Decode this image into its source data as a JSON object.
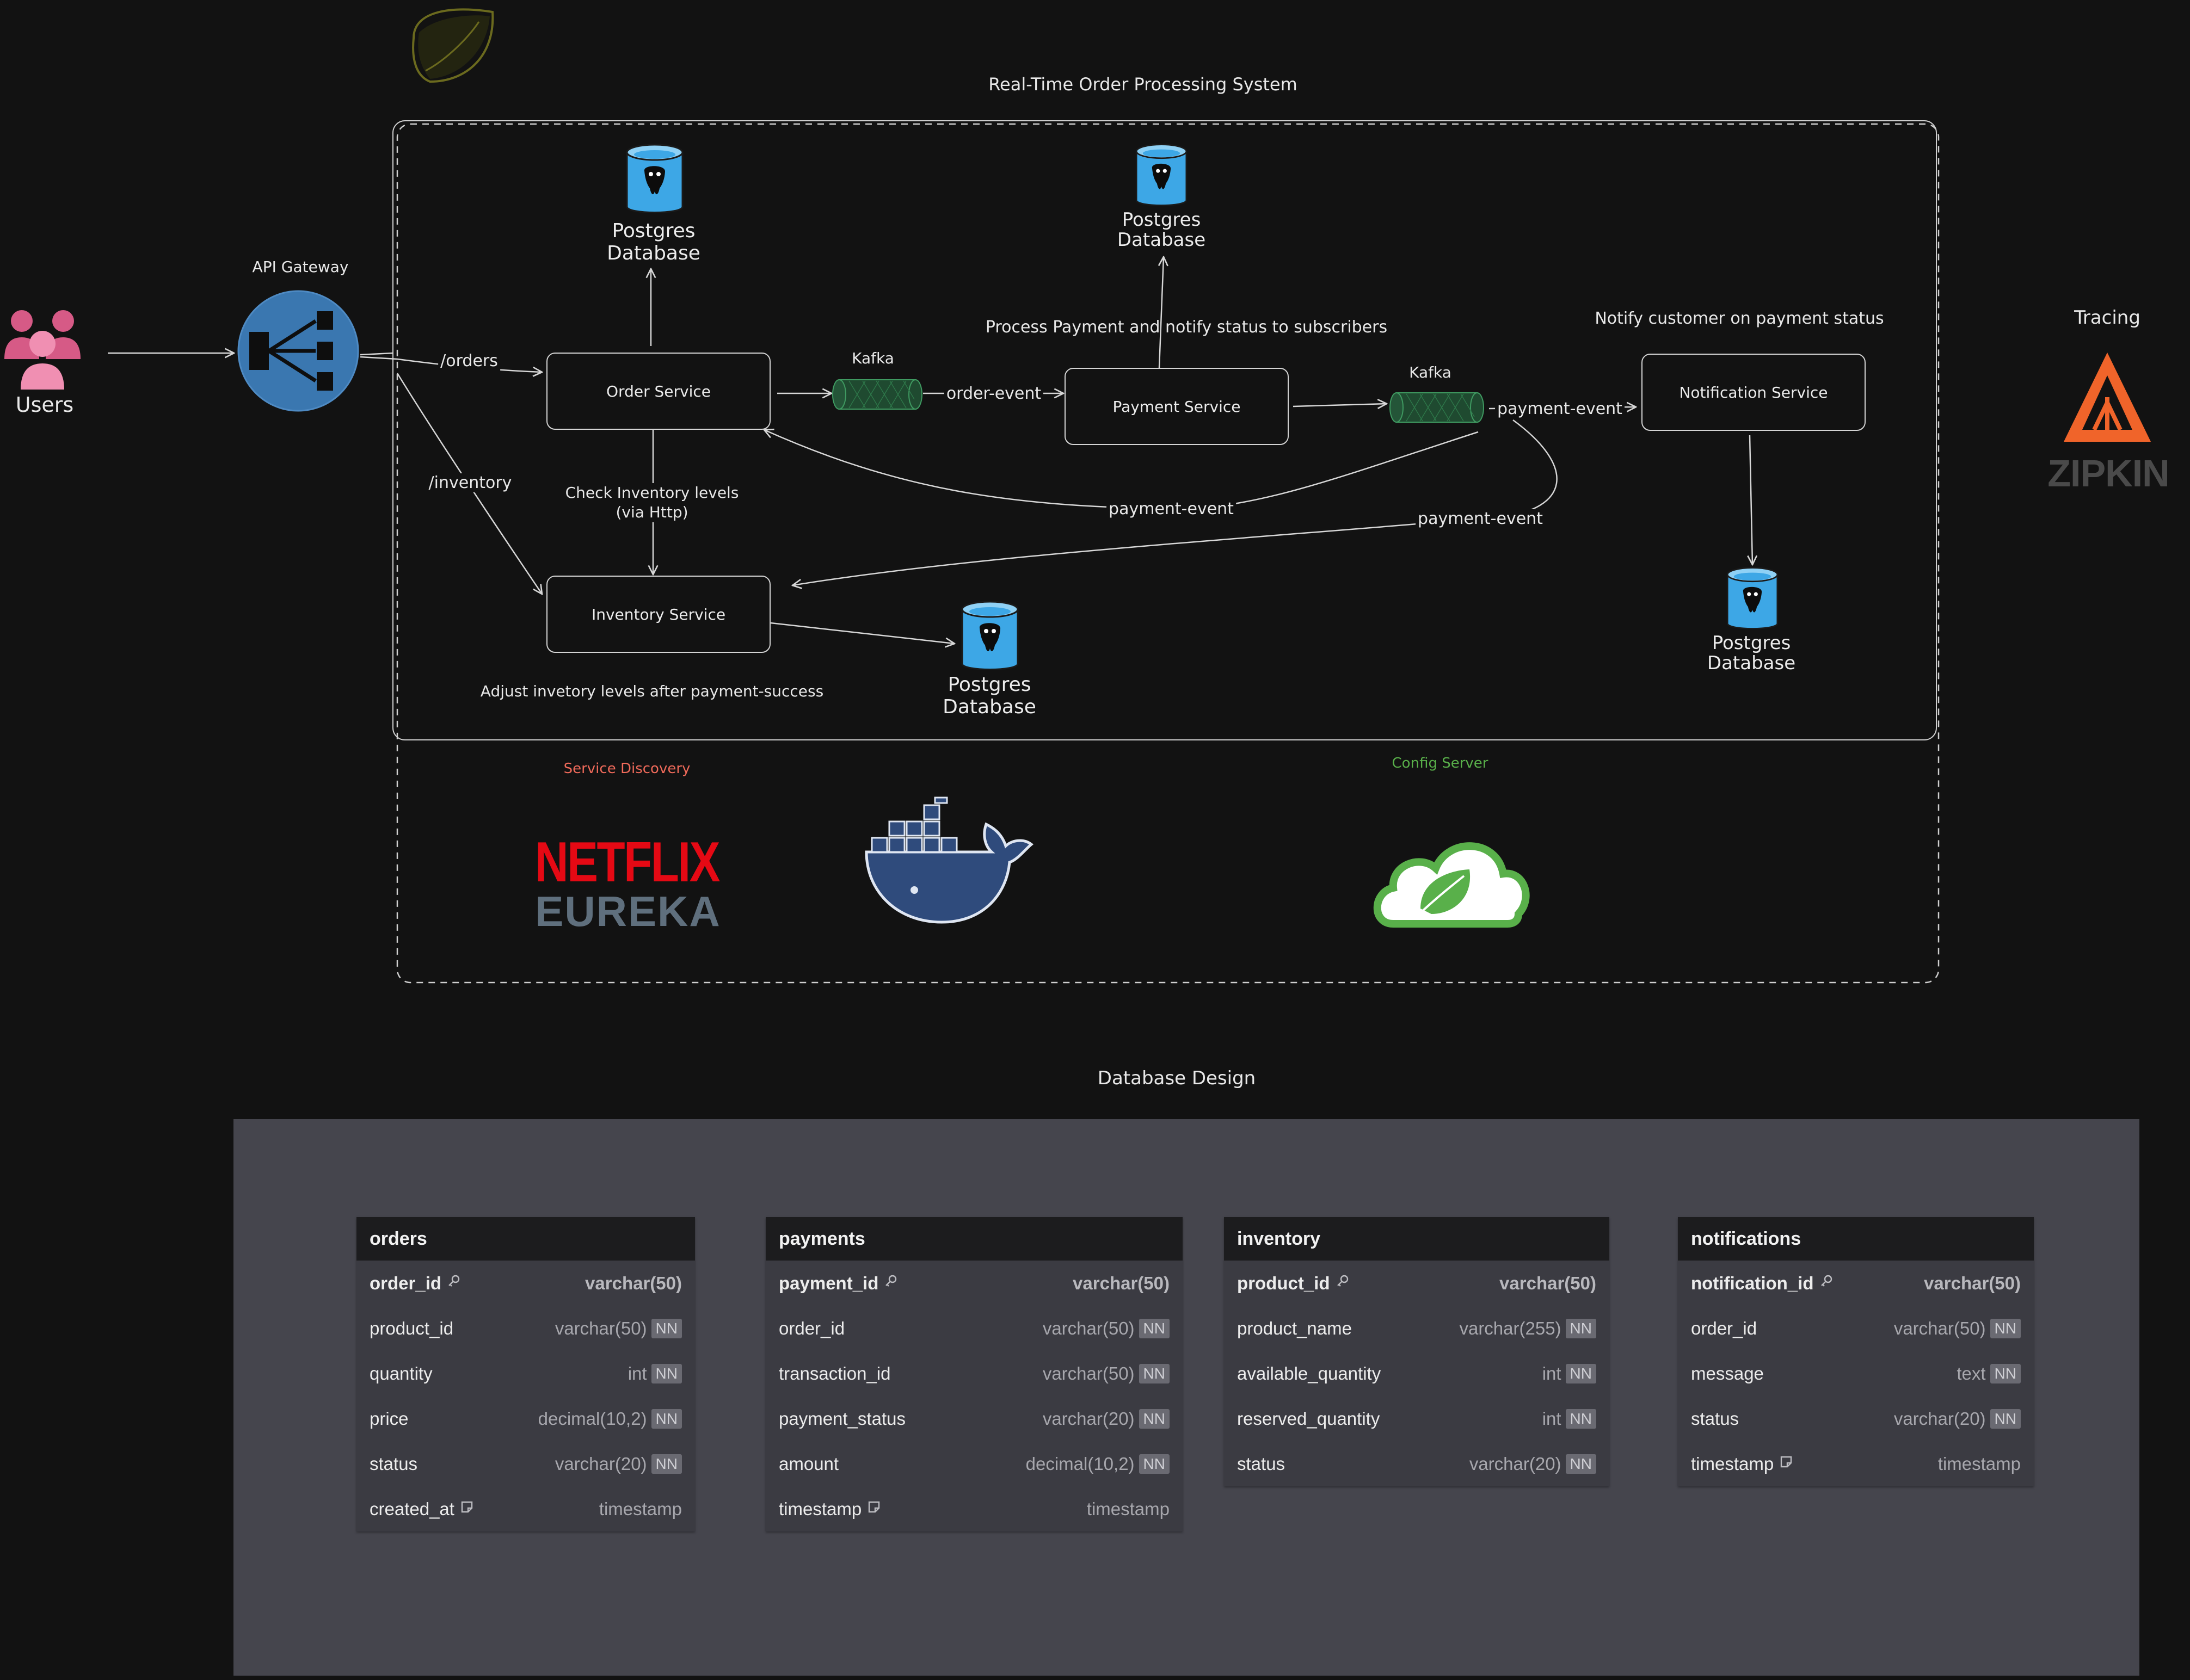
{
  "title": "Real-Time Order Processing System",
  "users_label": "Users",
  "api_gateway_label": "API Gateway",
  "tracing_label": "Tracing",
  "zipkin_text": "ZIPKIN",
  "services": {
    "order": "Order Service",
    "payment": "Payment Service",
    "notification": "Notification Service",
    "inventory": "Inventory Service"
  },
  "db_label": "Postgres\nDatabase",
  "kafka_label": "Kafka",
  "edges": {
    "orders": "/orders",
    "inventory": "/inventory",
    "order_event": "order-event",
    "payment_event_1": "payment-event",
    "payment_event_2": "payment-event",
    "payment_event_3": "payment-event"
  },
  "annotations": {
    "process_payment": "Process Payment and notify status to subscribers",
    "notify_customer": "Notify customer on payment status",
    "check_inventory": "Check Inventory levels\n(via Http)",
    "adjust_inventory": "Adjust invetory levels after payment-success"
  },
  "infra": {
    "service_discovery": "Service Discovery",
    "config_server": "Config Server",
    "netflix": "NETFLIX",
    "eureka": "EUREKA"
  },
  "colors": {
    "background": "#121212",
    "gateway": "#3a77b0",
    "db_blue": "#3da7e6",
    "kafka_green": "#2b6e46",
    "service_discovery": "#f06a5a",
    "config_server": "#59b04a",
    "zipkin": "#f0642a",
    "netflix_red": "#e50914",
    "eureka_gray": "#5f6f7d",
    "docker": "#2f4b7c",
    "spring_green": "#6db33f"
  },
  "erd": {
    "title": "Database Design",
    "tables": [
      {
        "name": "orders",
        "rows": [
          {
            "col": "order_id",
            "type": "varchar(50)",
            "pk": true,
            "nn": false,
            "icon": "key-icon"
          },
          {
            "col": "product_id",
            "type": "varchar(50)",
            "pk": false,
            "nn": true,
            "icon": ""
          },
          {
            "col": "quantity",
            "type": "int",
            "pk": false,
            "nn": true,
            "icon": ""
          },
          {
            "col": "price",
            "type": "decimal(10,2)",
            "pk": false,
            "nn": true,
            "icon": ""
          },
          {
            "col": "status",
            "type": "varchar(20)",
            "pk": false,
            "nn": true,
            "icon": ""
          },
          {
            "col": "created_at",
            "type": "timestamp",
            "pk": false,
            "nn": false,
            "icon": "note-icon"
          }
        ]
      },
      {
        "name": "payments",
        "rows": [
          {
            "col": "payment_id",
            "type": "varchar(50)",
            "pk": true,
            "nn": false,
            "icon": "key-icon"
          },
          {
            "col": "order_id",
            "type": "varchar(50)",
            "pk": false,
            "nn": true,
            "icon": ""
          },
          {
            "col": "transaction_id",
            "type": "varchar(50)",
            "pk": false,
            "nn": true,
            "icon": ""
          },
          {
            "col": "payment_status",
            "type": "varchar(20)",
            "pk": false,
            "nn": true,
            "icon": ""
          },
          {
            "col": "amount",
            "type": "decimal(10,2)",
            "pk": false,
            "nn": true,
            "icon": ""
          },
          {
            "col": "timestamp",
            "type": "timestamp",
            "pk": false,
            "nn": false,
            "icon": "note-icon"
          }
        ]
      },
      {
        "name": "inventory",
        "rows": [
          {
            "col": "product_id",
            "type": "varchar(50)",
            "pk": true,
            "nn": false,
            "icon": "key-icon"
          },
          {
            "col": "product_name",
            "type": "varchar(255)",
            "pk": false,
            "nn": true,
            "icon": ""
          },
          {
            "col": "available_quantity",
            "type": "int",
            "pk": false,
            "nn": true,
            "icon": ""
          },
          {
            "col": "reserved_quantity",
            "type": "int",
            "pk": false,
            "nn": true,
            "icon": ""
          },
          {
            "col": "status",
            "type": "varchar(20)",
            "pk": false,
            "nn": true,
            "icon": ""
          }
        ]
      },
      {
        "name": "notifications",
        "rows": [
          {
            "col": "notification_id",
            "type": "varchar(50)",
            "pk": true,
            "nn": false,
            "icon": "key-icon"
          },
          {
            "col": "order_id",
            "type": "varchar(50)",
            "pk": false,
            "nn": true,
            "icon": ""
          },
          {
            "col": "message",
            "type": "text",
            "pk": false,
            "nn": true,
            "icon": ""
          },
          {
            "col": "status",
            "type": "varchar(20)",
            "pk": false,
            "nn": true,
            "icon": ""
          },
          {
            "col": "timestamp",
            "type": "timestamp",
            "pk": false,
            "nn": false,
            "icon": "note-icon"
          }
        ]
      }
    ],
    "nn_label": "NN"
  }
}
